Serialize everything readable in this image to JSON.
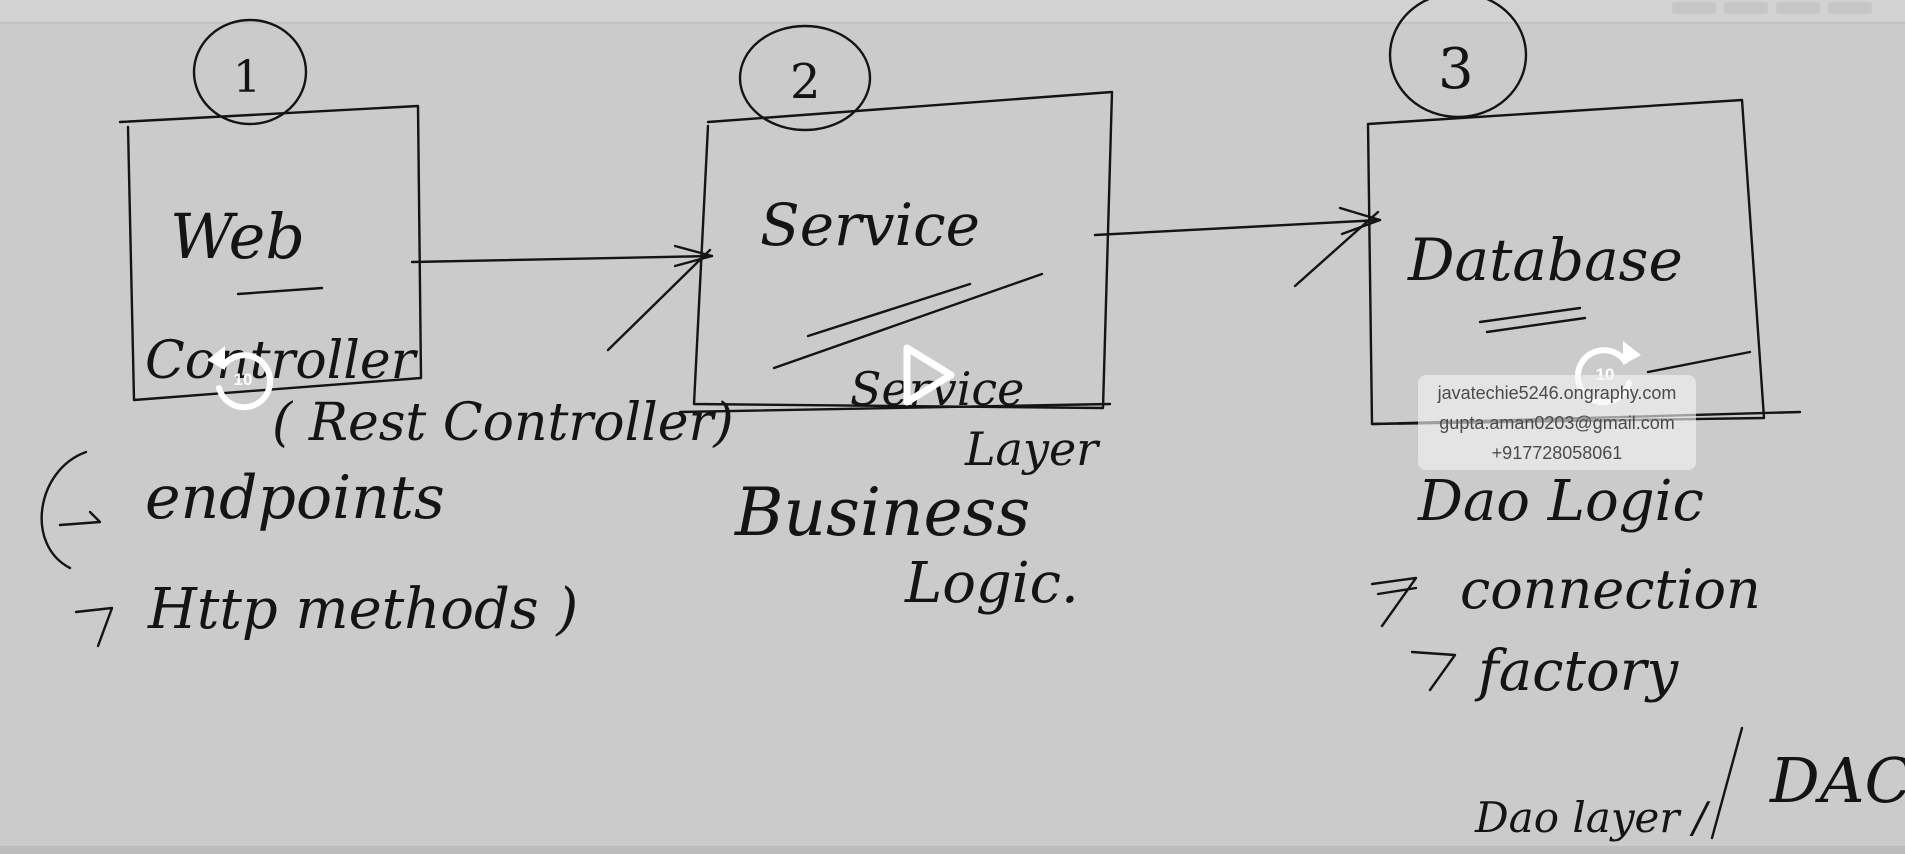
{
  "diagram": {
    "boxes": [
      {
        "number": "1",
        "title": "Web",
        "subtitle": "Controller"
      },
      {
        "number": "2",
        "title": "Service",
        "subtitle": "Service"
      },
      {
        "number": "3",
        "title": "Database",
        "subtitle": ""
      }
    ],
    "notes": {
      "rest_controller": "( Rest Controller)",
      "endpoints": "endpoints",
      "http_methods": "Http methods )",
      "layer": "Layer",
      "business": "Business",
      "logic": "Logic.",
      "dao_logic": "Dao Logic",
      "connection": "connection",
      "factory": "factory",
      "dao_layer": "Dao layer /",
      "dac": "DAC"
    }
  },
  "player": {
    "rewind_label": "10",
    "forward_label": "10",
    "rewind_icon": "rewind-10-icon",
    "play_icon": "play-icon",
    "forward_icon": "forward-10-icon"
  },
  "watermark": {
    "site": "javatechie5246.ongraphy.com",
    "email": "gupta.aman0203@gmail.com",
    "phone": "+917728058061"
  },
  "colors": {
    "background": "#cbcbcb",
    "ink": "#141414",
    "controls": "#ffffff"
  }
}
